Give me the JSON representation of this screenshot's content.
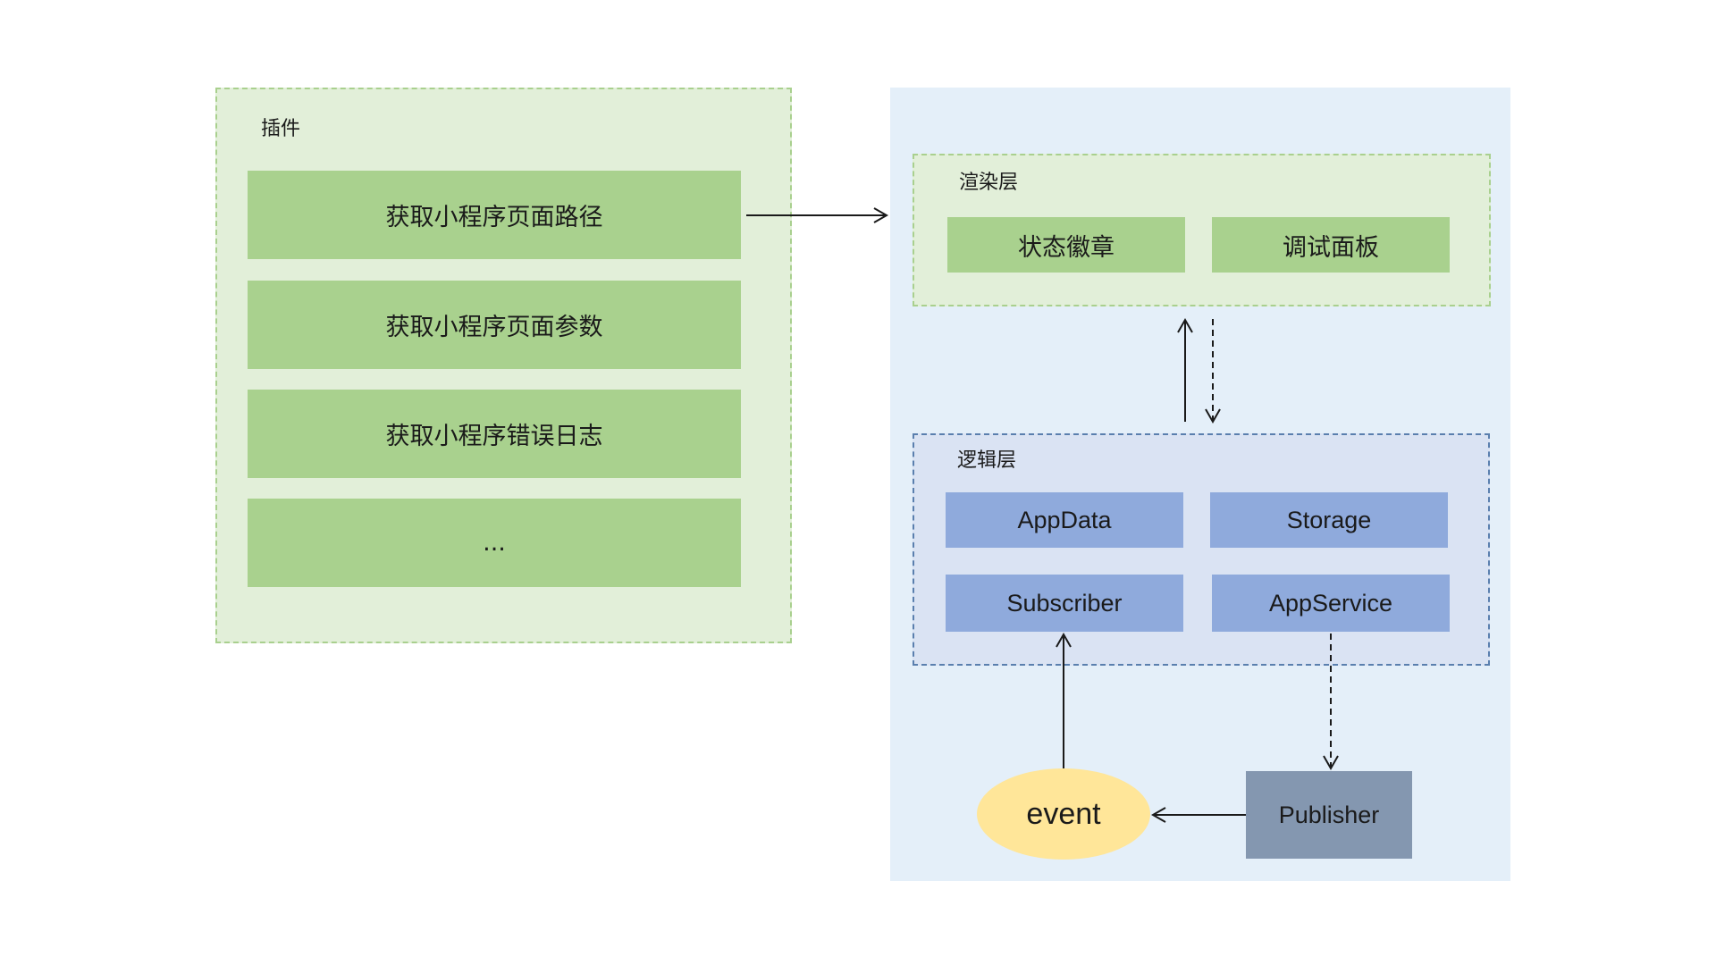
{
  "plugin": {
    "title": "插件",
    "items": [
      "获取小程序页面路径",
      "获取小程序页面参数",
      "获取小程序错误日志",
      "..."
    ]
  },
  "render_layer": {
    "title": "渲染层",
    "items": [
      "状态徽章",
      "调试面板"
    ]
  },
  "logic_layer": {
    "title": "逻辑层",
    "items": [
      "AppData",
      "Storage",
      "Subscriber",
      "AppService"
    ]
  },
  "event_node": {
    "label": "event"
  },
  "publisher_node": {
    "label": "Publisher"
  },
  "colors": {
    "green_fill": "#a9d18e",
    "green_bg": "#e2efd9",
    "blue_fill": "#8faadc",
    "blue_bg": "#dae3f3",
    "panel_bg": "#e4eff9",
    "event_fill": "#ffe699",
    "publisher_fill": "#8497b0"
  }
}
